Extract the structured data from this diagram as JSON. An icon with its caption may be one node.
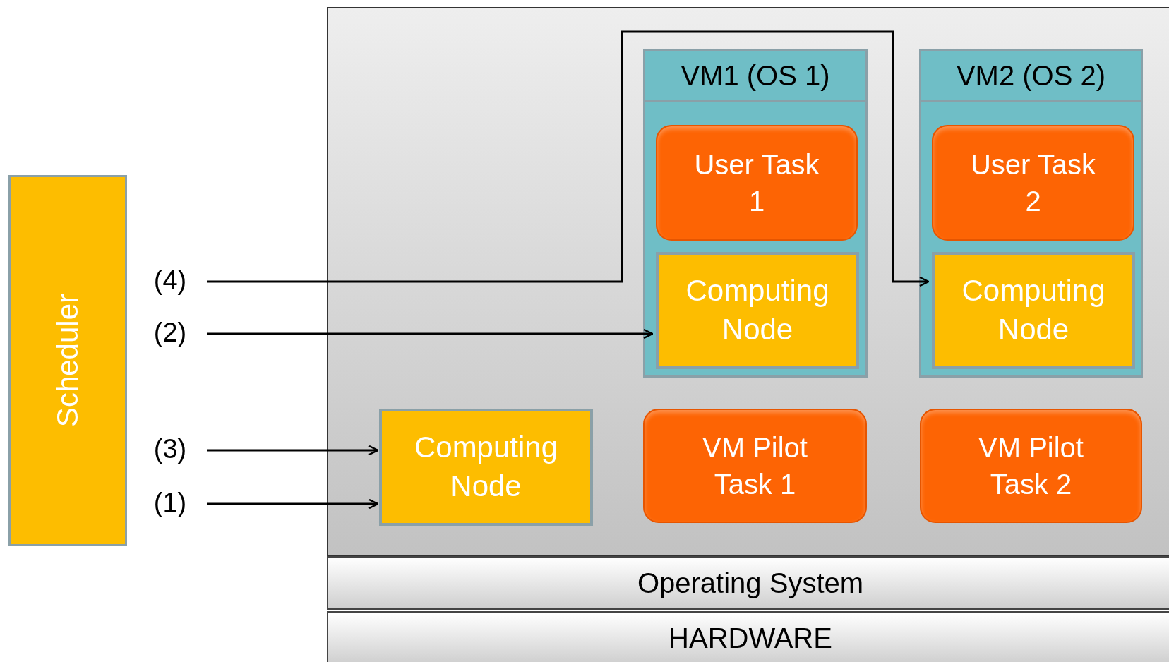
{
  "diagram": {
    "nodes": [
      {
        "text": [
          "Scheduler"
        ]
      },
      {
        "text": [
          "VM1 (OS 1)"
        ]
      },
      {
        "text": [
          "User Task 1"
        ],
        "in": 1
      },
      {
        "text": [
          "Computing Node"
        ],
        "in": 1
      },
      {
        "text": [
          "VM2 (OS 2)"
        ]
      },
      {
        "text": [
          "User Task 2"
        ],
        "in": 4
      },
      {
        "text": [
          "Computing Node"
        ],
        "in": 4
      },
      {
        "text": [
          "Computing Node"
        ]
      },
      {
        "text": [
          "VM Pilot Task 1"
        ]
      },
      {
        "text": [
          "VM Pilot Task 2"
        ]
      },
      {
        "text": [
          "Operating System"
        ]
      },
      {
        "text": [
          "HARDWARE"
        ]
      },
      {
        "text": [
          "(4)"
        ]
      },
      {
        "text": [
          "(2)"
        ]
      },
      {
        "text": [
          "(3)"
        ]
      },
      {
        "text": [
          "(1)"
        ]
      }
    ],
    "edges": [
      {
        "from": 12,
        "to": 6,
        "arrow": "to"
      },
      {
        "from": 13,
        "to": 3,
        "arrow": "to"
      },
      {
        "from": 14,
        "to": 7,
        "arrow": "to"
      },
      {
        "from": 15,
        "to": 7,
        "arrow": "to"
      }
    ]
  }
}
